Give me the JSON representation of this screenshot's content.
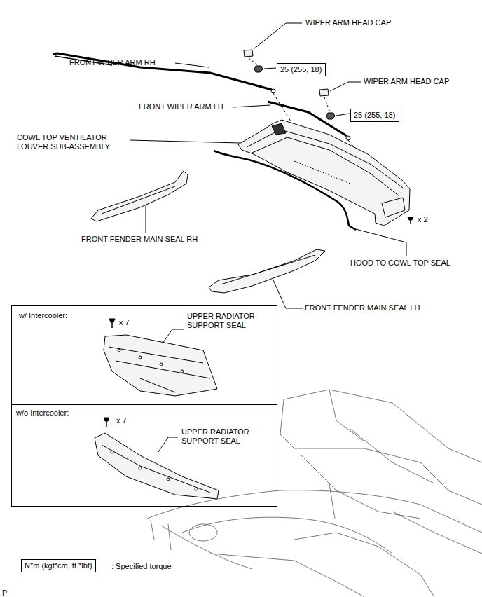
{
  "diagram": {
    "nodes": [
      {
        "text": [
          "w/ Intercooler:",
          "x 7",
          "UPPER RADIATOR SUPPORT SEAL"
        ]
      },
      {
        "text": [
          "w/o Intercooler:",
          "x 7",
          "UPPER RADIATOR SUPPORT SEAL"
        ]
      },
      {
        "text": [
          "25 (255, 18)"
        ]
      },
      {
        "text": [
          "25 (255, 18)"
        ]
      },
      {
        "text": [
          "N*m (kgf*cm, ft.*lbf)"
        ]
      }
    ],
    "labels": [
      "WIPER ARM HEAD CAP",
      "FRONT WIPER ARM RH",
      "WIPER ARM HEAD CAP",
      "FRONT WIPER ARM LH",
      "COWL TOP VENTILATOR LOUVER SUB-ASSEMBLY",
      "x 2",
      "FRONT FENDER MAIN SEAL RH",
      "HOOD TO COWL TOP SEAL",
      "FRONT FENDER MAIN SEAL LH",
      ": Specified torque",
      "P"
    ]
  }
}
